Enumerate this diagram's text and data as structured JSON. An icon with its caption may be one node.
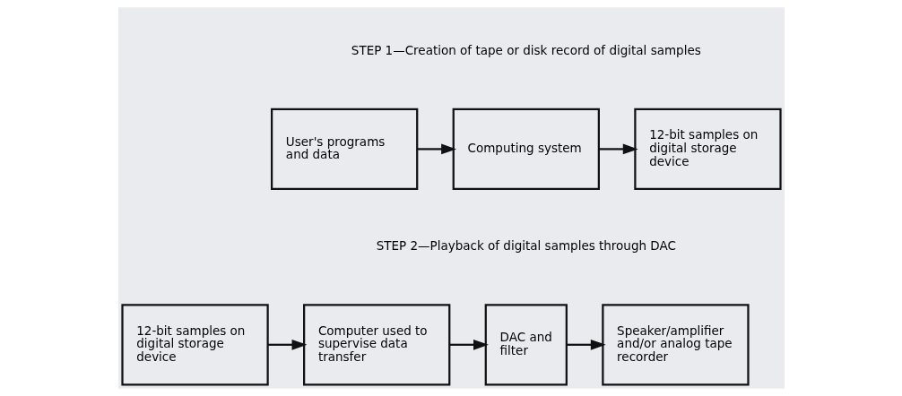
{
  "diagram": {
    "nodes": [
      {
        "text": [
          "User's programs and data"
        ]
      },
      {
        "text": [
          "Computing system"
        ]
      },
      {
        "text": [
          "12-bit samples on digital storage device"
        ]
      },
      {
        "text": [
          "12-bit samples on digital storage device"
        ]
      },
      {
        "text": [
          "Computer used to supervise data transfer"
        ]
      },
      {
        "text": [
          "DAC and filter"
        ]
      },
      {
        "text": [
          "Speaker/amplifier and/or analog tape recorder"
        ]
      }
    ],
    "edges": [
      {
        "from": 0,
        "to": 1,
        "arrow": "to"
      },
      {
        "from": 1,
        "to": 2,
        "arrow": "to"
      },
      {
        "from": 3,
        "to": 4,
        "arrow": "to"
      },
      {
        "from": 4,
        "to": 5,
        "arrow": "to"
      },
      {
        "from": 5,
        "to": 6,
        "arrow": "to"
      }
    ],
    "labels": [
      "STEP 1—Creation of tape or disk record of digital samples",
      "STEP 2—Playback of digital samples through DAC"
    ]
  }
}
